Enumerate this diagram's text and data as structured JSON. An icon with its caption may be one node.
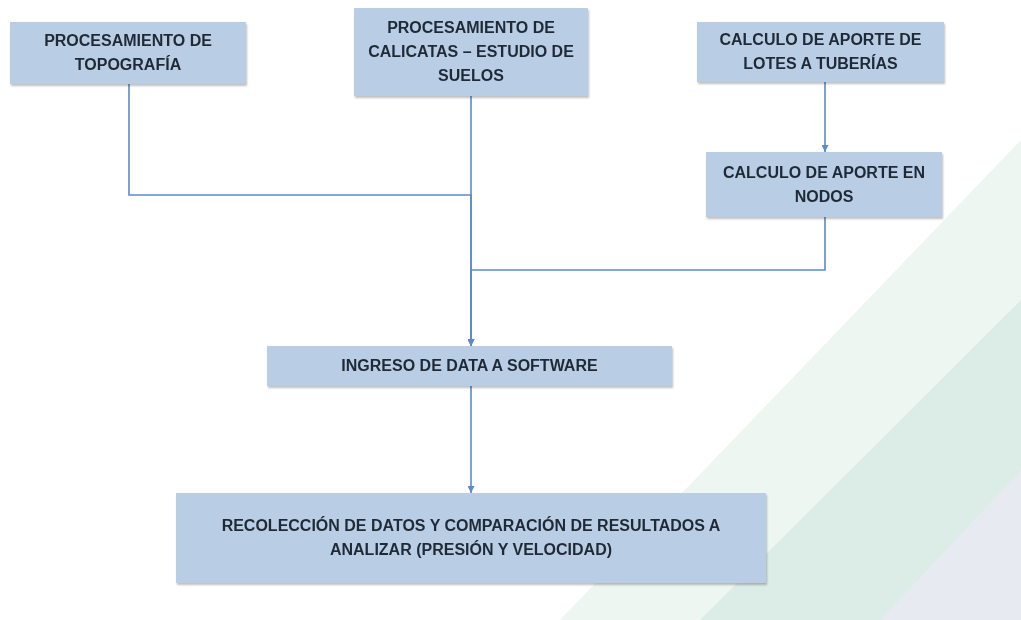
{
  "diagram": {
    "nodes": [
      {
        "text": [
          "PROCESAMIENTO DE TOPOGRAFÍA"
        ]
      },
      {
        "text": [
          "PROCESAMIENTO DE CALICATAS – ESTUDIO DE SUELOS"
        ]
      },
      {
        "text": [
          "CALCULO DE APORTE DE LOTES A TUBERÍAS"
        ]
      },
      {
        "text": [
          "CALCULO DE APORTE EN NODOS"
        ]
      },
      {
        "text": [
          "INGRESO DE DATA A SOFTWARE"
        ]
      },
      {
        "text": [
          "RECOLECCIÓN DE DATOS Y COMPARACIÓN DE RESULTADOS A ANALIZAR (PRESIÓN  Y VELOCIDAD)"
        ]
      }
    ],
    "edges": [
      {
        "from": 2,
        "to": 3,
        "arrow": "to"
      },
      {
        "from": 0,
        "to": 4,
        "arrow": "to"
      },
      {
        "from": 1,
        "to": 4,
        "arrow": "to"
      },
      {
        "from": 3,
        "to": 4,
        "arrow": "to"
      },
      {
        "from": 4,
        "to": 5,
        "arrow": "to"
      }
    ]
  }
}
